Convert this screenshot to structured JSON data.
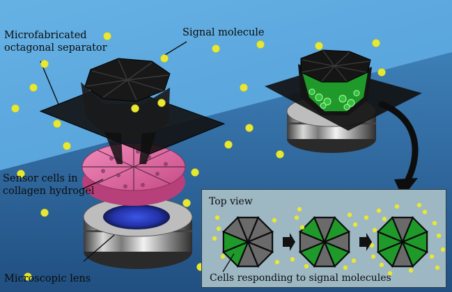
{
  "labels": {
    "separator": [
      "Microfabricated",
      "octagonal separator"
    ],
    "signal": "Signal molecule",
    "sensor": [
      "Sensor cells in",
      "collagen hydrogel"
    ],
    "lens": "Microscopic lens"
  },
  "inset": {
    "title": "Top view",
    "caption": "Cells responding to signal molecules"
  },
  "colors": {
    "background_light": "#5aa6dc",
    "background_dark": "#2b5f93",
    "signal_molecule": "#e8e832",
    "separator": "#111111",
    "hydrogel": "#e06aa0",
    "cells": "#1f9a2a",
    "inset_panel": "#9db7c3",
    "lens_glow": "#3a55e6"
  },
  "icons": [
    "octagon-separator-icon",
    "right-arrow-icon",
    "curved-arrow-icon",
    "signal-molecule-dot"
  ]
}
